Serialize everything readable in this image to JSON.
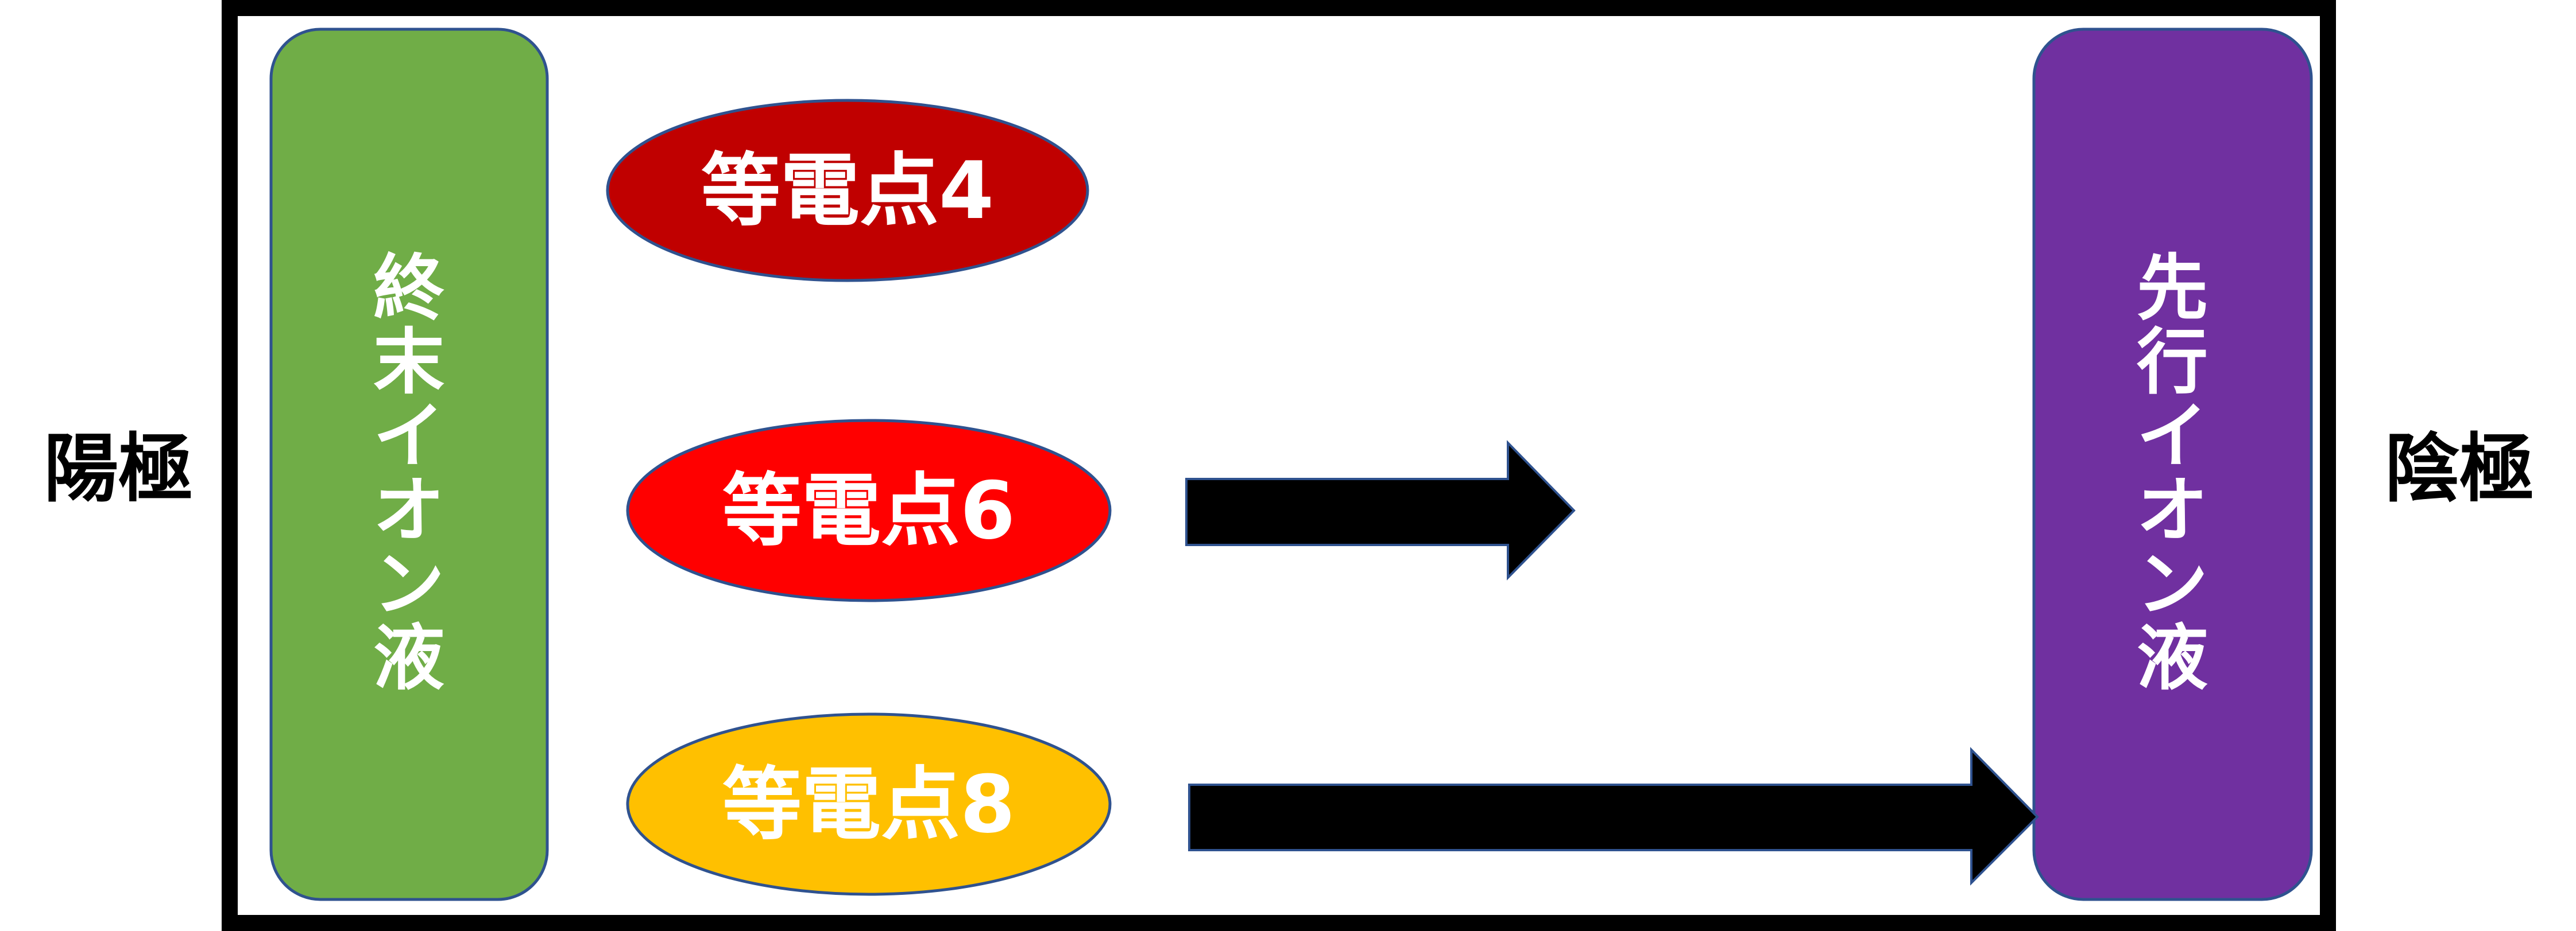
{
  "electrodes": {
    "anode": "陽極",
    "cathode": "陰極"
  },
  "terminating_solution": {
    "label": "終末イオン液",
    "chars": [
      "終",
      "末",
      "イ",
      "オ",
      "ン",
      "液"
    ],
    "color": "#70AD47"
  },
  "leading_solution": {
    "label": "先行イオン液",
    "chars": [
      "先",
      "行",
      "イ",
      "オ",
      "ン",
      "液"
    ],
    "color": "#7030A0"
  },
  "isoelectric_points": [
    {
      "label": "等電点4",
      "color": "#C00000"
    },
    {
      "label": "等電点6",
      "color": "#FF0000"
    },
    {
      "label": "等電点8",
      "color": "#FFC000"
    }
  ],
  "outline_color": "#2F528F"
}
